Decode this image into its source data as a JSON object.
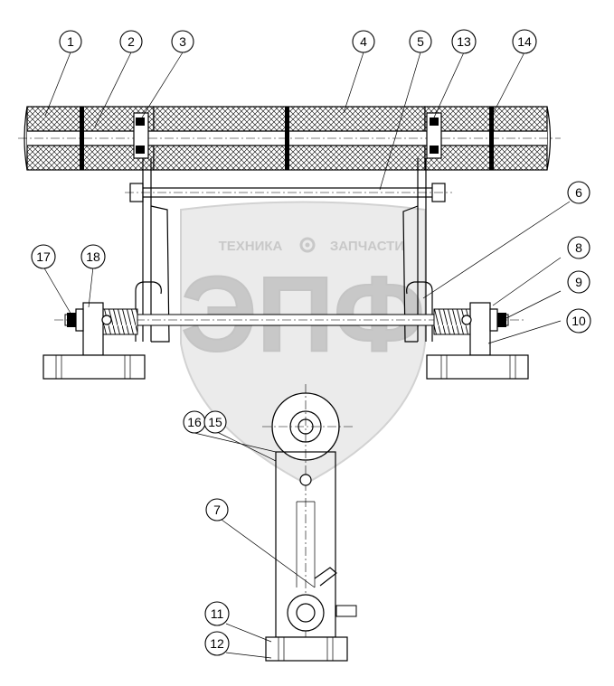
{
  "watermark": {
    "brand_left": "ТЕХНИКА",
    "brand_right": "ЗАПЧАСТИ",
    "logo": "ЭПФ",
    "color": "#c8c8c8"
  },
  "callouts": [
    {
      "id": "1",
      "label": "1"
    },
    {
      "id": "2",
      "label": "2"
    },
    {
      "id": "3",
      "label": "3"
    },
    {
      "id": "4",
      "label": "4"
    },
    {
      "id": "5",
      "label": "5"
    },
    {
      "id": "13",
      "label": "13"
    },
    {
      "id": "14",
      "label": "14"
    },
    {
      "id": "6",
      "label": "6"
    },
    {
      "id": "17",
      "label": "17"
    },
    {
      "id": "18",
      "label": "18"
    },
    {
      "id": "8",
      "label": "8"
    },
    {
      "id": "9",
      "label": "9"
    },
    {
      "id": "10",
      "label": "10"
    },
    {
      "id": "16",
      "label": "16"
    },
    {
      "id": "15",
      "label": "15"
    },
    {
      "id": "7",
      "label": "7"
    },
    {
      "id": "11",
      "label": "11"
    },
    {
      "id": "12",
      "label": "12"
    }
  ]
}
